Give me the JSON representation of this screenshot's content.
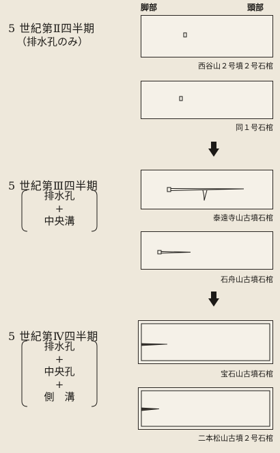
{
  "header": {
    "left": "脚部",
    "right": "頭部"
  },
  "periods": [
    {
      "title": "5 世紀第Ⅱ四半期",
      "subtitle": "（排水孔のみ）"
    },
    {
      "title": "5 世紀第Ⅲ四半期",
      "features": [
        "排水孔",
        "+",
        "中央溝"
      ]
    },
    {
      "title": "5 世紀第Ⅳ四半期",
      "features": [
        "排水孔",
        "+",
        "中央孔",
        "+",
        "側　溝"
      ]
    }
  ],
  "coffins": [
    {
      "caption": "西谷山２号墳２号石棺",
      "type": "hole"
    },
    {
      "caption": "同１号石棺",
      "type": "hole"
    },
    {
      "caption": "泰遠寺山古墳石棺",
      "type": "channel-hole"
    },
    {
      "caption": "石舟山古墳石棺",
      "type": "channel"
    },
    {
      "caption": "宝石山古墳石棺",
      "type": "side-groove"
    },
    {
      "caption": "二本松山古墳２号石棺",
      "type": "side-groove"
    }
  ]
}
